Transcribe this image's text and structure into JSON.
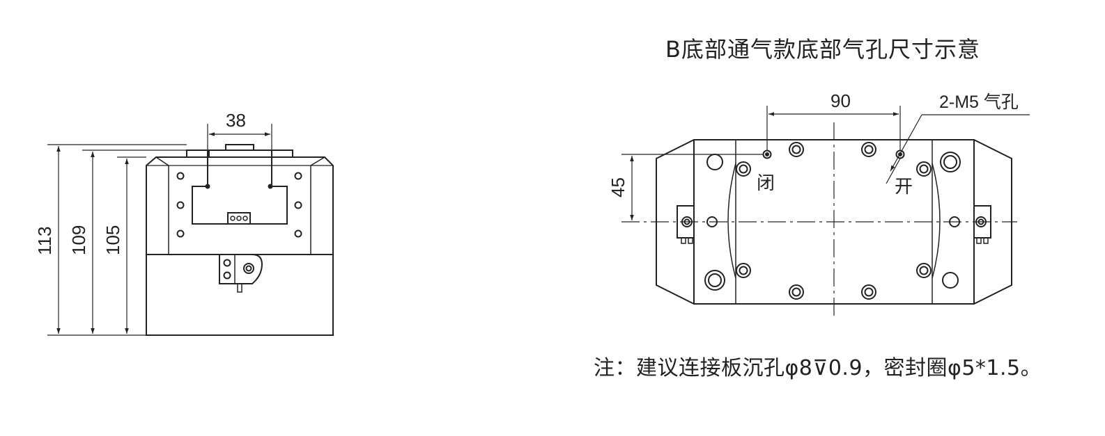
{
  "title": "B底部通气款底部气孔尺寸示意",
  "note": "注：建议连接板沉孔φ8⊽0.9，密封圈φ5*1.5。",
  "side_view": {
    "dim_width": "38",
    "dim_heights": [
      "113",
      "109",
      "105"
    ]
  },
  "bottom_view": {
    "dim_spacing": "90",
    "dim_offset": "45",
    "port_callout": "2-M5 气孔",
    "port_close": "闭",
    "port_open": "开"
  }
}
